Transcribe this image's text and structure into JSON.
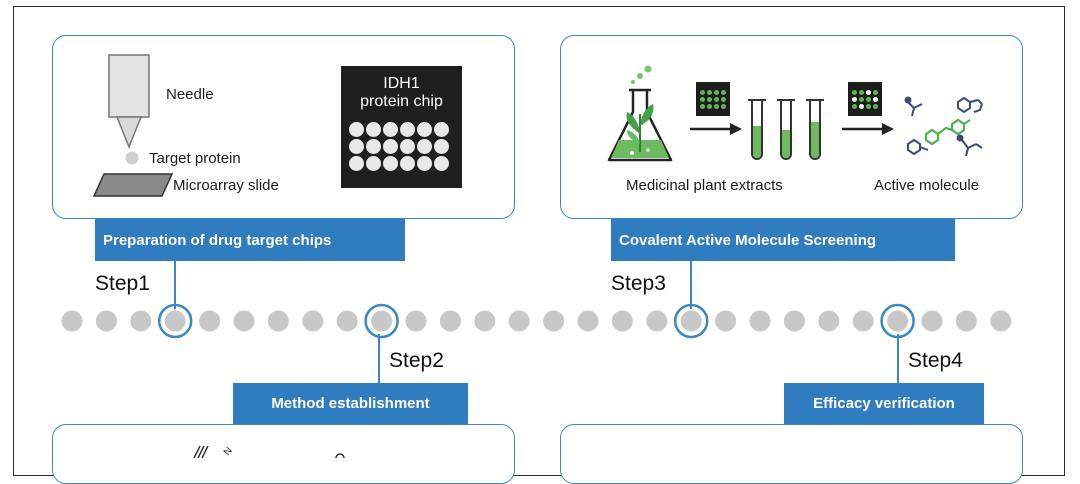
{
  "panels": {
    "top_left": {
      "needle_label": "Needle",
      "target_protein_label": "Target protein",
      "slide_label": "Microarray slide",
      "chip_title_line1": "IDH1",
      "chip_title_line2": "protein chip",
      "caption": "Preparation of drug target chips"
    },
    "top_right": {
      "plant_label": "Medicinal plant extracts",
      "molecule_label": "Active molecule",
      "caption": "Covalent Active Molecule Screening"
    },
    "bottom_left": {
      "caption": "Method establishment"
    },
    "bottom_right": {
      "caption": "Efficacy verification"
    }
  },
  "steps": {
    "step1": "Step1",
    "step2": "Step2",
    "step3": "Step3",
    "step4": "Step4"
  },
  "colors": {
    "accent_blue": "#2f7cc1",
    "dot_gray": "#c8c8c8",
    "green": "#5fb553",
    "dark": "#1f1f1f"
  }
}
